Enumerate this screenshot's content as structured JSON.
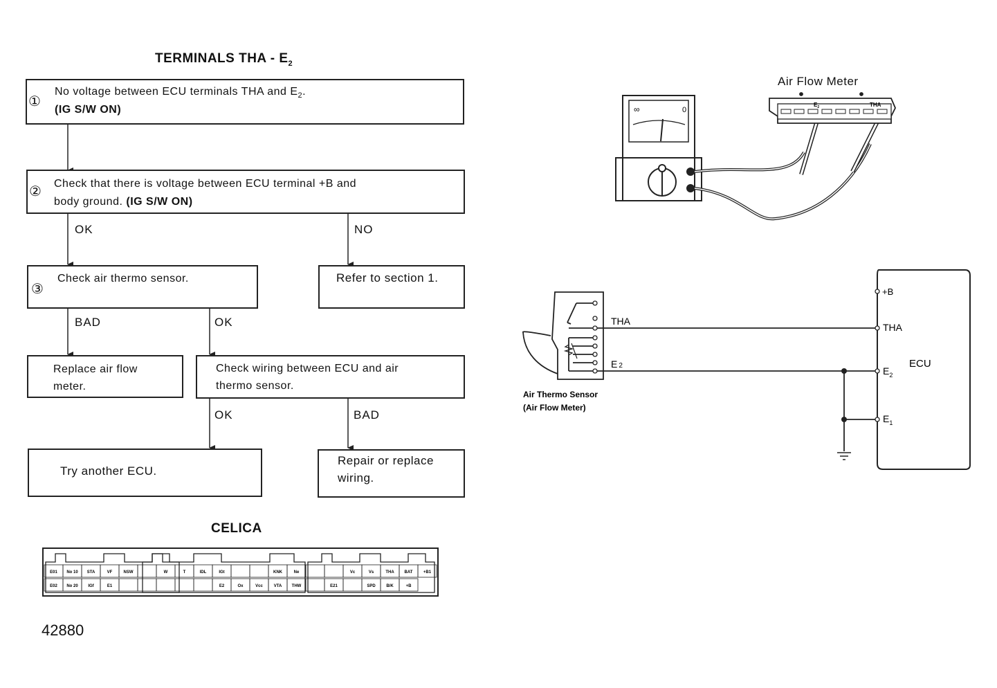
{
  "flowchart": {
    "title": "TERMINALS THA - E",
    "title_sub": "2",
    "steps": [
      {
        "num": "①",
        "line1": "No voltage between ECU terminals THA and E",
        "line1_sub": "2",
        "line1_end": ".",
        "line2": "(IG S/W ON)"
      },
      {
        "num": "②",
        "line1": "Check that there is voltage between ECU terminal +B and",
        "line2_pre": "body ground.",
        "line2": "(IG S/W ON)"
      },
      {
        "num": "③",
        "line1": "Check air thermo sensor."
      }
    ],
    "boxes": {
      "refer": "Refer to section 1.",
      "replace_line1": "Replace air flow",
      "replace_line2": "meter.",
      "wiring_line1": "Check wiring between ECU and air",
      "wiring_line2": "thermo sensor.",
      "try_ecu": "Try another ECU.",
      "repair_line1": "Repair or replace",
      "repair_line2": "wiring."
    },
    "branch_labels": {
      "ok1": "OK",
      "no1": "NO",
      "bad2": "BAD",
      "ok2": "OK",
      "ok3": "OK",
      "bad3": "BAD"
    }
  },
  "connector": {
    "title": "CELICA",
    "row1": [
      "E01",
      "No 10",
      "STA",
      "VF",
      "NSW",
      "",
      "W",
      "T",
      "IDL",
      "IGt",
      "",
      "",
      "KNK",
      "Ne",
      "",
      "",
      "Vc",
      "Vs",
      "THA",
      "BAT",
      "+B1"
    ],
    "row2": [
      "E02",
      "No 20",
      "IGf",
      "E1",
      "",
      "",
      "",
      "",
      "",
      "E2",
      "Ox",
      "Vcc",
      "VTA",
      "THW",
      "",
      "E21",
      "",
      "SPD",
      "B/K",
      "+B"
    ]
  },
  "meter_diagram": {
    "title": "Air Flow Meter",
    "pin_e": "E",
    "pin_e_sub": "2",
    "pin_tha": "THA",
    "scale_left": "∞",
    "scale_right": "0"
  },
  "circuit": {
    "ecu_label": "ECU",
    "term_b": "+B",
    "term_tha": "THA",
    "term_e2": "E",
    "term_e2_sub": "2",
    "term_e1": "E",
    "term_e1_sub": "1",
    "wire_tha": "THA",
    "wire_e2": "E",
    "wire_e2_sub": "2",
    "sensor_line1": "Air Thermo Sensor",
    "sensor_line2": "(Air Flow Meter)"
  },
  "figure_id": "42880"
}
